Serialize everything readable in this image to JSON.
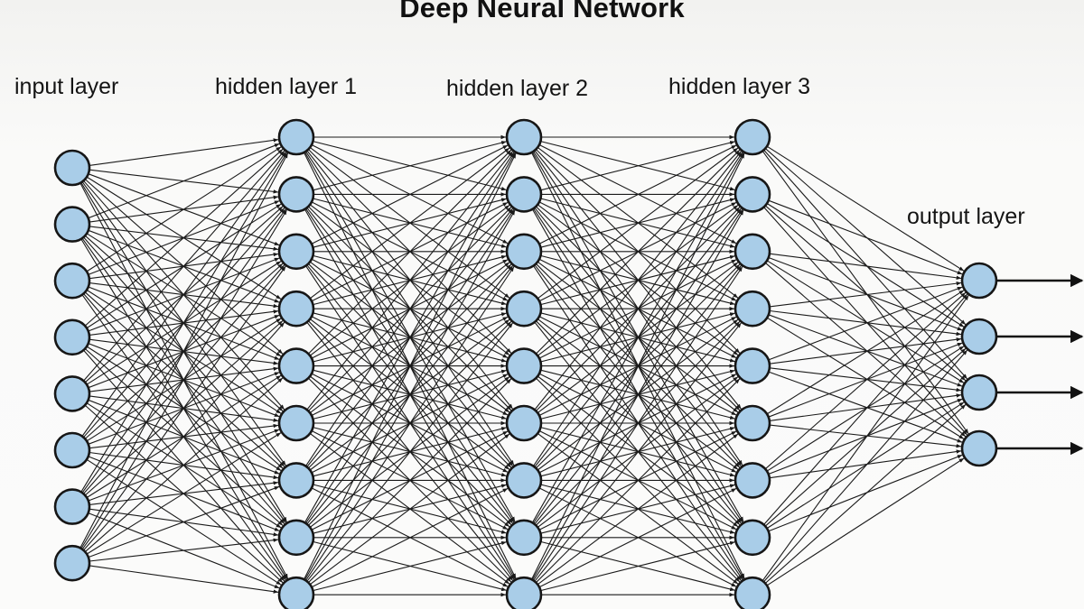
{
  "title": "Deep Neural Network",
  "layers": [
    {
      "label": "input layer",
      "neurons": 8
    },
    {
      "label": "hidden layer 1",
      "neurons": 9
    },
    {
      "label": "hidden layer 2",
      "neurons": 9
    },
    {
      "label": "hidden layer 3",
      "neurons": 9
    },
    {
      "label": "output layer",
      "neurons": 4
    }
  ],
  "connectivity": "fully-connected",
  "outputs": 4,
  "colors": {
    "node_fill": "#a9cde8",
    "node_stroke": "#161616",
    "edge": "#1a1a1a",
    "background": "#fafaf9"
  }
}
